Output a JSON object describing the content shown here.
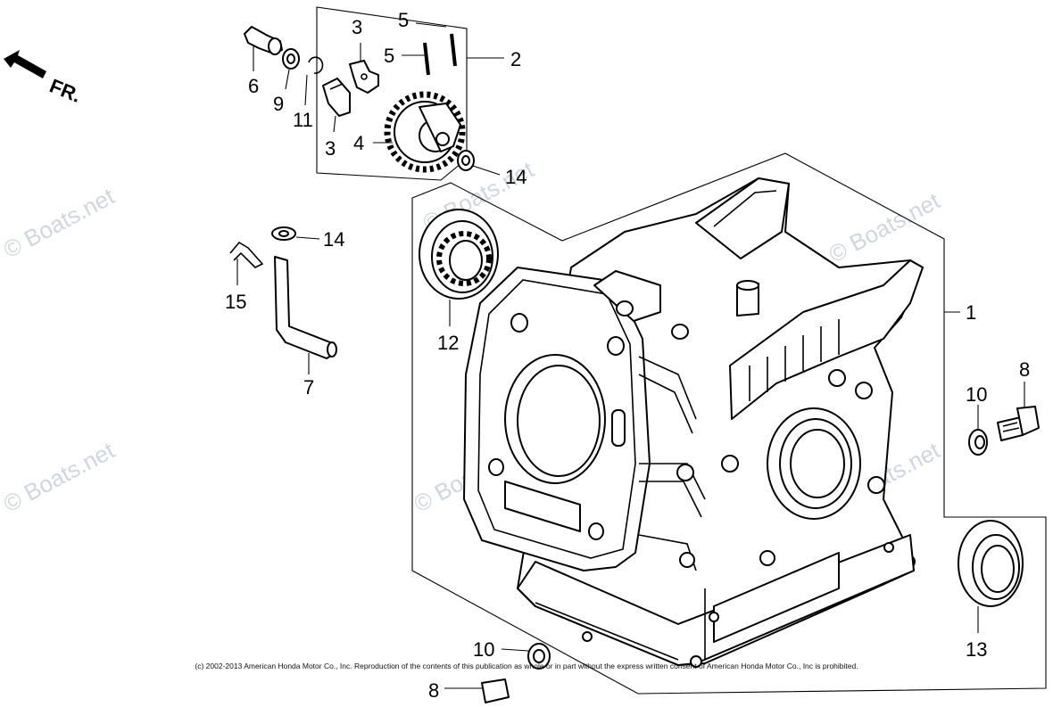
{
  "direction_label": "FR.",
  "watermark": "© Boats.net",
  "copyright": "(c) 2002-2013 American Honda Motor Co., Inc. Reproduction of the contents of this publication as whole or in part without the express written consent of American Honda Motor Co., Inc is prohibited.",
  "callouts": [
    {
      "id": "c1",
      "label": "1"
    },
    {
      "id": "c2",
      "label": "2"
    },
    {
      "id": "c3a",
      "label": "3"
    },
    {
      "id": "c3b",
      "label": "3"
    },
    {
      "id": "c4",
      "label": "4"
    },
    {
      "id": "c5a",
      "label": "5"
    },
    {
      "id": "c5b",
      "label": "5"
    },
    {
      "id": "c6",
      "label": "6"
    },
    {
      "id": "c7",
      "label": "7"
    },
    {
      "id": "c8a",
      "label": "8"
    },
    {
      "id": "c8b",
      "label": "8"
    },
    {
      "id": "c9",
      "label": "9"
    },
    {
      "id": "c10a",
      "label": "10"
    },
    {
      "id": "c10b",
      "label": "10"
    },
    {
      "id": "c11",
      "label": "11"
    },
    {
      "id": "c12",
      "label": "12"
    },
    {
      "id": "c13",
      "label": "13"
    },
    {
      "id": "c14a",
      "label": "14"
    },
    {
      "id": "c14b",
      "label": "14"
    },
    {
      "id": "c15",
      "label": "15"
    }
  ]
}
